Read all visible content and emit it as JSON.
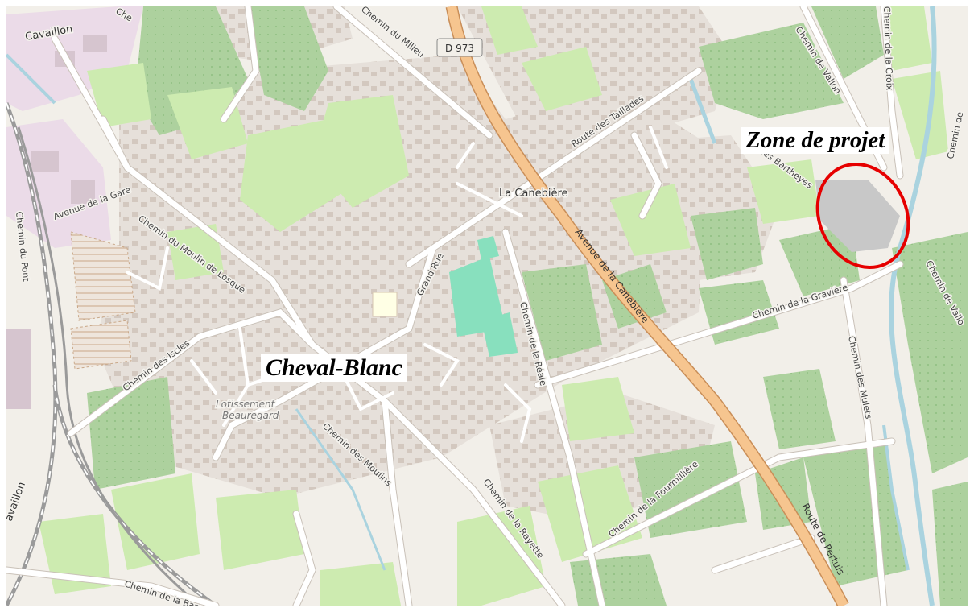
{
  "map": {
    "overlay_labels": {
      "town": "Cheval-Blanc",
      "project_zone": "Zone de projet"
    },
    "places": {
      "la_canebiere": "La Canebière",
      "cavaillon_top": "Cavaillon",
      "cavaillon_left": "availlon",
      "lotissement": "Lotissement Beauregard"
    },
    "shield": {
      "d973": "D 973"
    },
    "roads": {
      "chemin_du_milieu": "Chemin du Milieu",
      "route_des_taillades": "Route des Taillades",
      "avenue_de_la_canebiere": "Avenue de la Canebière",
      "route_de_pertuis": "Route de Pertuis",
      "grand_rue": "Grand Rue",
      "chemin_moulin_losque": "Chemin du Moulin de Losque",
      "avenue_de_la_gare": "Avenue de la Gare",
      "chemin_du_pont": "Chemin du Pont",
      "chemin_des_iscles": "Chemin des Iscles",
      "chemin_des_moulins": "Chemin des Moulins",
      "chemin_de_la_rayette": "Chemin de la Rayette",
      "chemin_de_la_reale": "Chemin de la Réale",
      "chemin_de_la_graviere": "Chemin de la Gravière",
      "chemin_de_la_fourmilliere": "Chemin de la Fourmillière",
      "chemin_des_mulets": "Chemin des Mulets",
      "chemin_de_vallon": "Chemin de Vallon",
      "chemin_de_vallon_right": "Chemin de Vallo",
      "chemin_de_la_croix": "Chemin de la Croix",
      "chemin_des_bartheyes": "des Bartheyes",
      "chemin_de_la_barg": "Chemin de la Barg",
      "chemin_top_left": "Che",
      "chemin_right_edge": "Chemin de"
    },
    "colors": {
      "background": "#f2efe9",
      "farmland": "#add19e",
      "meadow": "#cdebb0",
      "primary_road": "#f6c58f",
      "primary_casing": "#c98e58",
      "minor_road": "#ffffff",
      "building": "#d9d0c9",
      "water": "#aad3df",
      "sports": "#88e0be",
      "highlight": "#e60000"
    }
  }
}
